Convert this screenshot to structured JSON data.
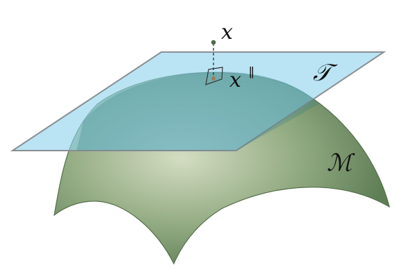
{
  "labels": {
    "point": "x",
    "projection_base": "x",
    "projection_superscript": "∥",
    "tangent_space": "𝒯",
    "manifold": "ℳ"
  },
  "colors": {
    "manifold_light": "#d4ddc2",
    "manifold_mid": "#94ac84",
    "manifold_dark": "#5f7e56",
    "manifold_edge": "#55704c",
    "plane_fill": "#8fd3ee",
    "plane_edge": "#8a8f93",
    "point": "#4f6b49",
    "foot_point": "#a07a5a",
    "projection_line": "#333333"
  }
}
